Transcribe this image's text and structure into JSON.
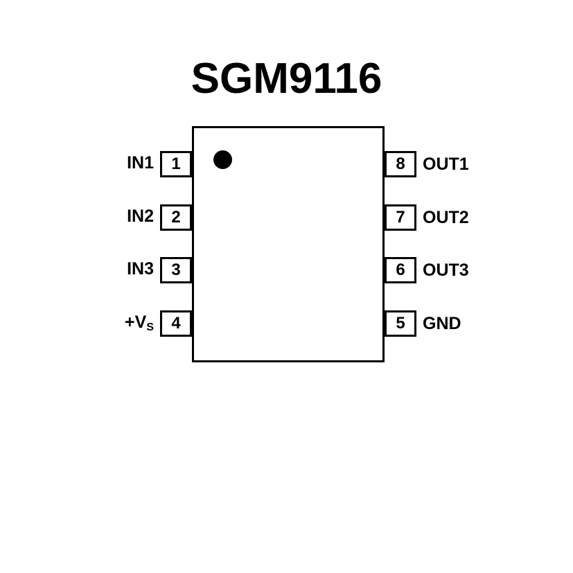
{
  "title": "SGM9116",
  "chip": {
    "left_pins": [
      {
        "number": "1",
        "label": "IN1"
      },
      {
        "number": "2",
        "label": "IN2"
      },
      {
        "number": "3",
        "label": "IN3"
      },
      {
        "number": "4",
        "label": "+V",
        "label_sub": "S"
      }
    ],
    "right_pins": [
      {
        "number": "8",
        "label": "OUT1"
      },
      {
        "number": "7",
        "label": "OUT2"
      },
      {
        "number": "6",
        "label": "OUT3"
      },
      {
        "number": "5",
        "label": "GND"
      }
    ]
  },
  "colors": {
    "line": "#000000",
    "background": "#ffffff"
  }
}
